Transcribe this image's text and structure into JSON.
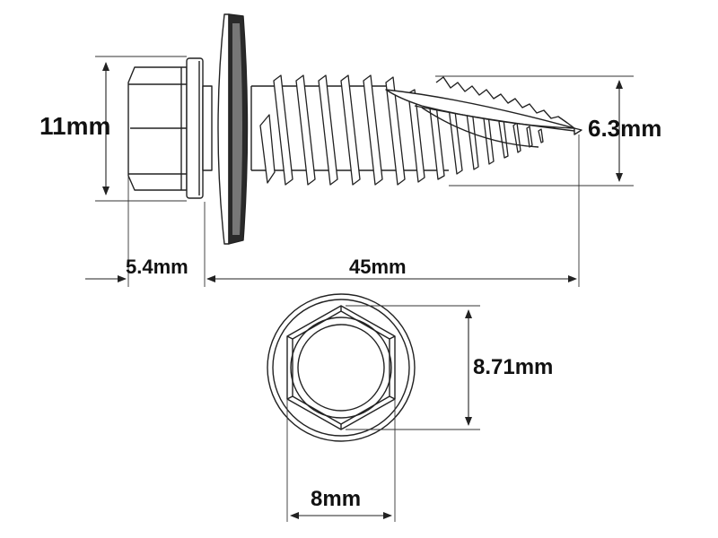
{
  "dimensions": {
    "head_height": "11mm",
    "head_thickness": "5.4mm",
    "total_length": "45mm",
    "thread_diameter": "6.3mm",
    "across_corners": "8.71mm",
    "across_flats": "8mm"
  },
  "colors": {
    "line": "#222222",
    "dim_line": "#333333",
    "washer_seal": "#2a2a2a",
    "background": "#ffffff"
  }
}
